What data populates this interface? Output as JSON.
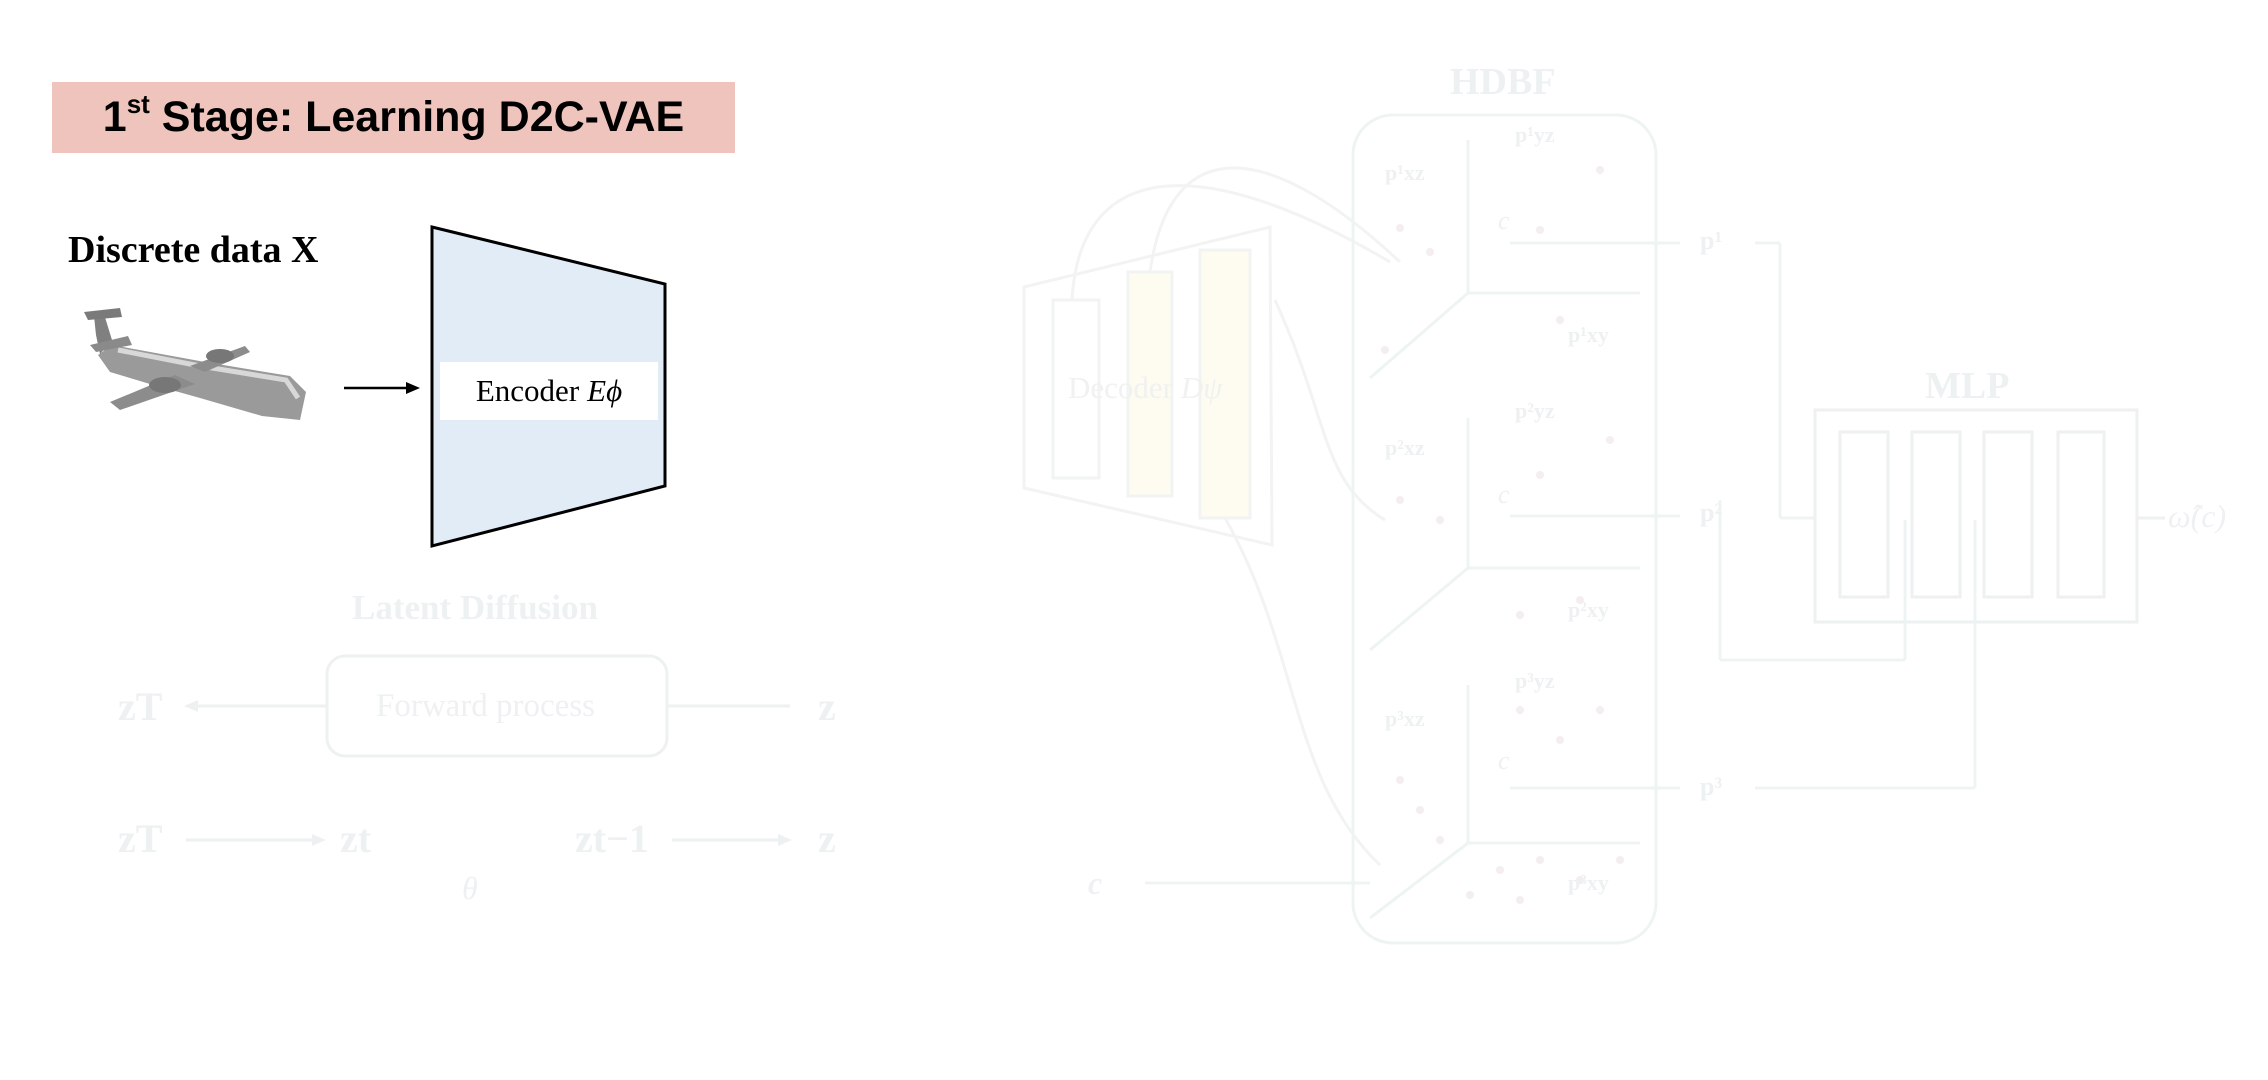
{
  "banner": {
    "stage_num": "1",
    "stage_sup": "st",
    "title_rest": " Stage: Learning D2C-VAE"
  },
  "input": {
    "label": "Discrete data X",
    "image_icon": "airplane-mesh"
  },
  "encoder": {
    "label": "Encoder",
    "symbol": "Eϕ"
  },
  "latent_diffusion": {
    "title": "Latent Diffusion",
    "forward_label": "Forward process",
    "z_T": "zT",
    "z": "z",
    "z_t": "zt",
    "z_t_minus_1": "zt−1",
    "theta": "θ"
  },
  "decoder": {
    "label": "Decoder",
    "symbol": "Dψ"
  },
  "hdbf": {
    "title": "HDBF",
    "c_label": "c",
    "planes": [
      "p¹xz",
      "p¹yz",
      "p¹xy",
      "p²xz",
      "p²yz",
      "p²xy",
      "p³xz",
      "p³yz",
      "p³xy"
    ],
    "outputs": [
      "p¹",
      "p²",
      "p³"
    ]
  },
  "mlp": {
    "title": "MLP",
    "output": "ω̂(c)"
  },
  "colors": {
    "banner": "#efc4bd",
    "encoder_fill": "#e2ecf7",
    "faint": "#eef1f2"
  }
}
